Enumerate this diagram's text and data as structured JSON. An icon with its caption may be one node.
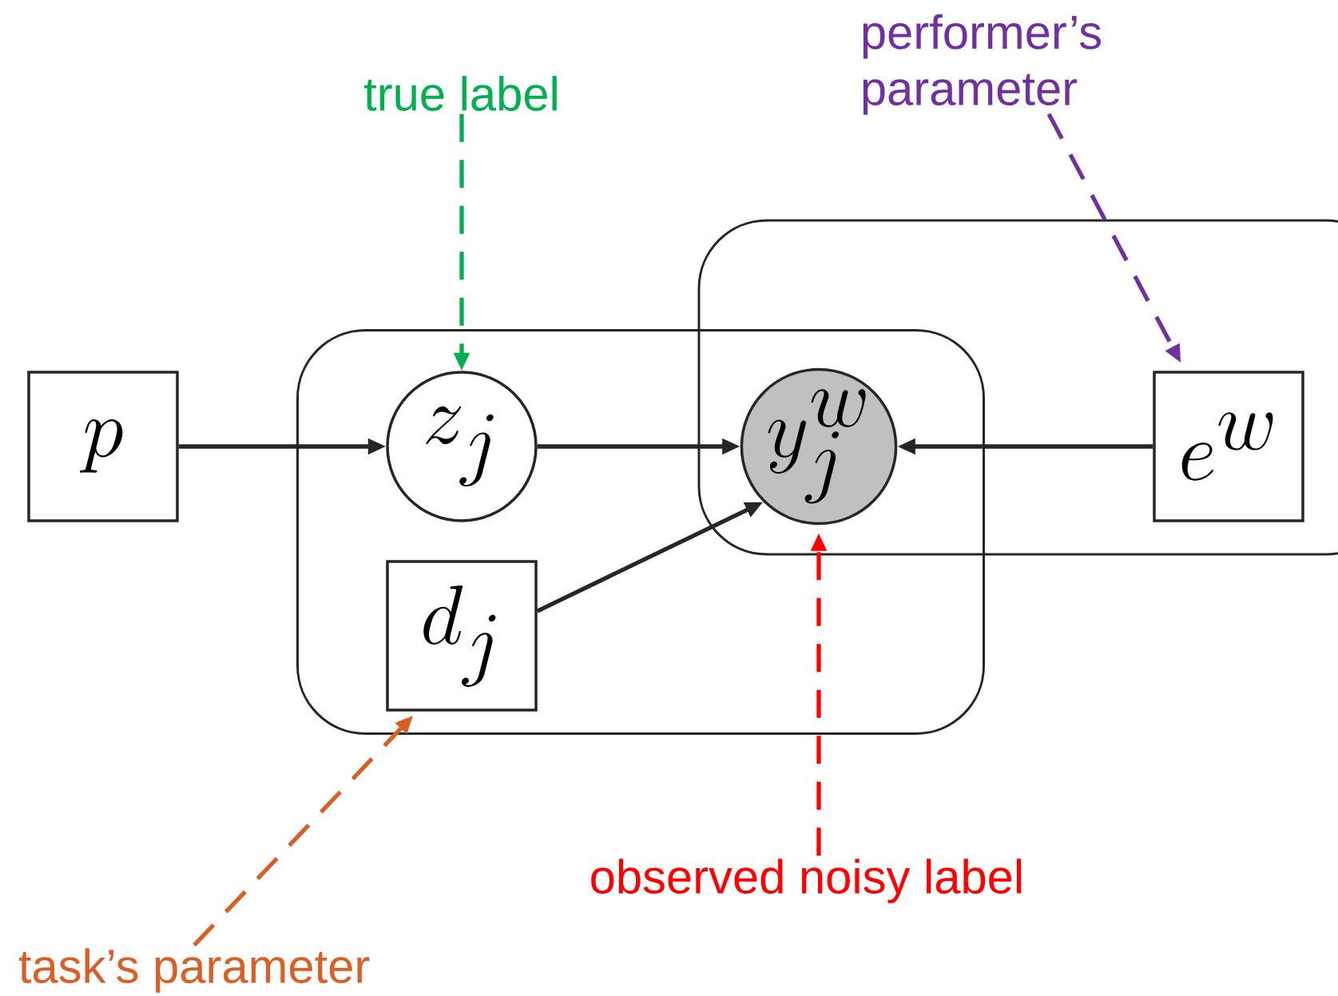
{
  "diagram": {
    "nodes": [
      {
        "text": [
          "true label"
        ]
      },
      {
        "text": [
          "performer’s parameter"
        ]
      },
      {
        "text": [],
        "shape": "box"
      },
      {
        "text": [],
        "shape": "box"
      },
      {
        "text": [
          "p"
        ]
      },
      {
        "text": [
          "z_j"
        ],
        "in": 3
      },
      {
        "text": [
          "y_j^w"
        ]
      },
      {
        "text": [
          "e^w"
        ],
        "in": 2
      },
      {
        "text": [
          "d_j"
        ],
        "in": 3
      },
      {
        "text": [
          "observed noisy label"
        ]
      },
      {
        "text": [
          "task’s parameter"
        ]
      }
    ],
    "edges": [
      {
        "from": 0,
        "to": 5,
        "arrow": "to",
        "style": "dashed",
        "color": "#00b050"
      },
      {
        "from": 1,
        "to": 7,
        "arrow": "to",
        "style": "dashed",
        "color": "#7030a0"
      },
      {
        "from": 4,
        "to": 5,
        "arrow": "to"
      },
      {
        "from": 5,
        "to": 6,
        "arrow": "to"
      },
      {
        "from": 7,
        "to": 6,
        "arrow": "to"
      },
      {
        "from": 8,
        "to": 6,
        "arrow": "to"
      },
      {
        "from": 9,
        "to": 6,
        "arrow": "to",
        "style": "dashed",
        "color": "#ff0000"
      },
      {
        "from": 10,
        "to": 8,
        "arrow": "to",
        "style": "dashed",
        "color": "#d86027"
      }
    ]
  }
}
